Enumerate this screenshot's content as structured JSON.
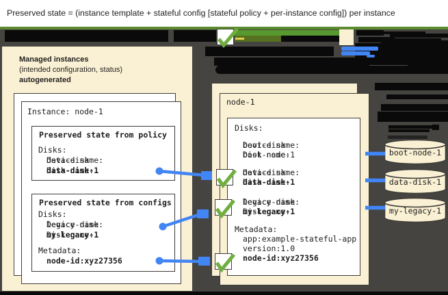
{
  "banner": {
    "text": "Preserved state = (instance template + stateful config [stateful policy + per-instance config]) per instance"
  },
  "managed_panel": {
    "title": "Managed instances",
    "subtitle": "(intended configuration, status)",
    "badge": "autogenerated",
    "instance_title": "Instance: node-1",
    "policy_box": {
      "title": "Preserved state from policy",
      "disks_label": "Disks:",
      "device_prefix": "Device name: ",
      "device_value": "data-disk",
      "disk_prefix": "Disk name: ",
      "disk_value": "data-disk-1"
    },
    "configs_box": {
      "title": "Preserved state from configs",
      "disks_label": "Disks:",
      "device_prefix": "Device name: ",
      "device_value": "legacy-disk",
      "disk_prefix": "Disk name: ",
      "disk_value": "my-legacy-1",
      "metadata_label": "Metadata:",
      "metadata_value": "node-id:xyz27356"
    }
  },
  "vm_panel": {
    "title": "node-1",
    "disks_label": "Disks:",
    "entries": [
      {
        "device_prefix": "Device name: ",
        "device": "boot-disk",
        "disk_prefix": "Disk name: ",
        "disk": "boot-node-1"
      },
      {
        "device_prefix": "Device name: ",
        "device": "data-disk",
        "disk_prefix": "Disk name: ",
        "disk": "data-disk-1"
      },
      {
        "device_prefix": "Device name: ",
        "device": "legacy-disk",
        "disk_prefix": "Disk name: ",
        "disk": "my-legacy-1"
      }
    ],
    "metadata_label": "Metadata:",
    "metadata_line1": "app:example-stateful-app",
    "metadata_line2": "version:1.0",
    "metadata_bold": "node-id:xyz27356"
  },
  "disks": [
    {
      "label": "boot-node-1"
    },
    {
      "label": "data-disk-1"
    },
    {
      "label": "my-legacy-1"
    }
  ],
  "colors": {
    "background": "#454441",
    "panel_cream": "#faf0d3",
    "card_white": "#ffffff",
    "outline": "#3d3c39",
    "accent_blue": "#4285f4",
    "check_green": "#6fae3f",
    "bar_green": "#57982f",
    "redacted_black": "#0a0a0a",
    "banner_bg": "#ffffff"
  }
}
